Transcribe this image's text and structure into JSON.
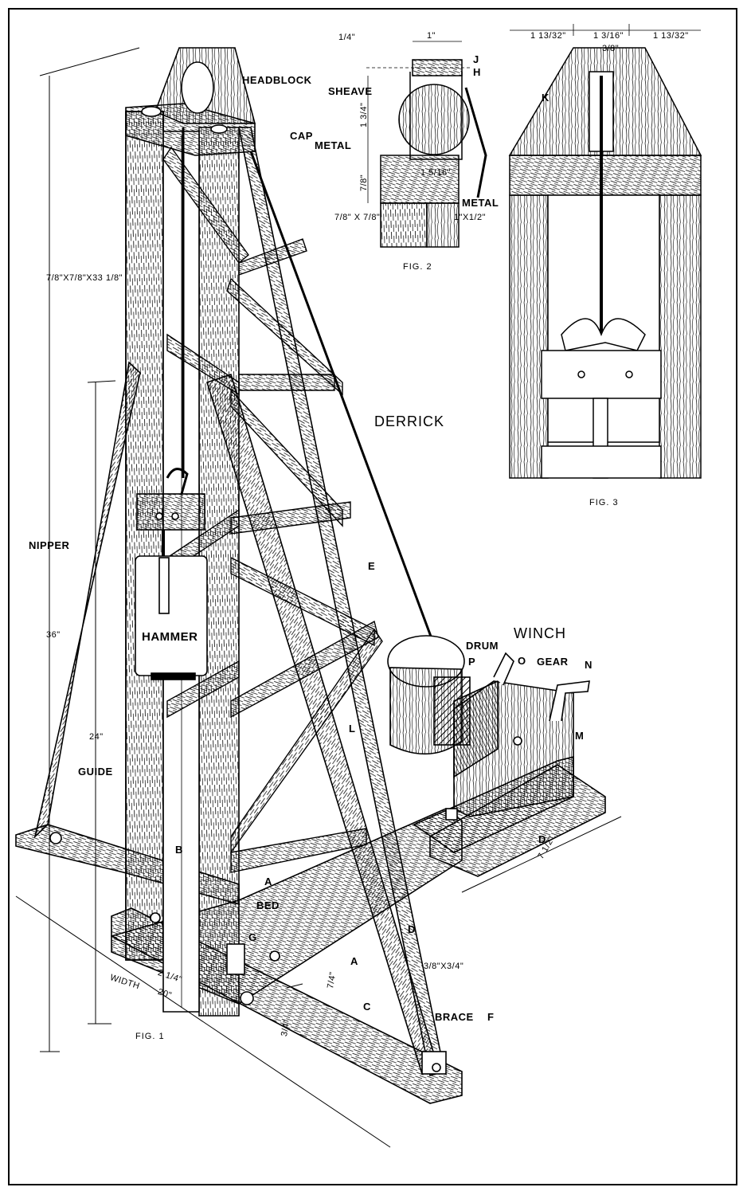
{
  "labels": {
    "headblock": "HEADBLOCK",
    "cap": "CAP",
    "derrick": "DERRICK",
    "nipper": "NIPPER",
    "hammer": "HAMMER",
    "winch": "WINCH",
    "drum": "DRUM",
    "gear": "GEAR",
    "guide": "GUIDE",
    "bed": "BED",
    "brace": "BRACE",
    "brace_letter": "F",
    "width": "WIDTH",
    "metal_top": "METAL",
    "metal_bottom": "METAL",
    "sheave": "SHEAVE"
  },
  "letters": {
    "a1": "A",
    "a2": "A",
    "b": "B",
    "c": "C",
    "d1": "D",
    "d2": "D",
    "e": "E",
    "g": "G",
    "h": "H",
    "j": "J",
    "k": "K",
    "l": "L",
    "m": "M",
    "n": "N",
    "o": "O",
    "p": "P"
  },
  "dimensions": {
    "height_total": "36\"",
    "height_guide": "24\"",
    "post_size": "7/8\"X7/8\"X33 1/8\"",
    "width": "20\"",
    "half_width": "2 1/4\"",
    "length": "7 1/2\"",
    "brace_size": "3/8\"X3/4\"",
    "bed_dim": "7/4\"",
    "offset": "3/4\"",
    "fig2_top": "1/4\"",
    "fig2_width": "1\"",
    "fig2_height": "1 3/4\"",
    "fig2_block": "7/8\"",
    "fig2_inner": "1 5/16\"",
    "fig2_post": "7/8\" X 7/8\"",
    "fig2_strip": "1\"X1/2\"",
    "fig3_left": "1 13/32\"",
    "fig3_mid": "1 3/16\"",
    "fig3_right": "1 13/32\"",
    "fig3_slot": "3/8\""
  },
  "figures": {
    "fig1": "FIG. 1",
    "fig2": "FIG. 2",
    "fig3": "FIG. 3"
  }
}
